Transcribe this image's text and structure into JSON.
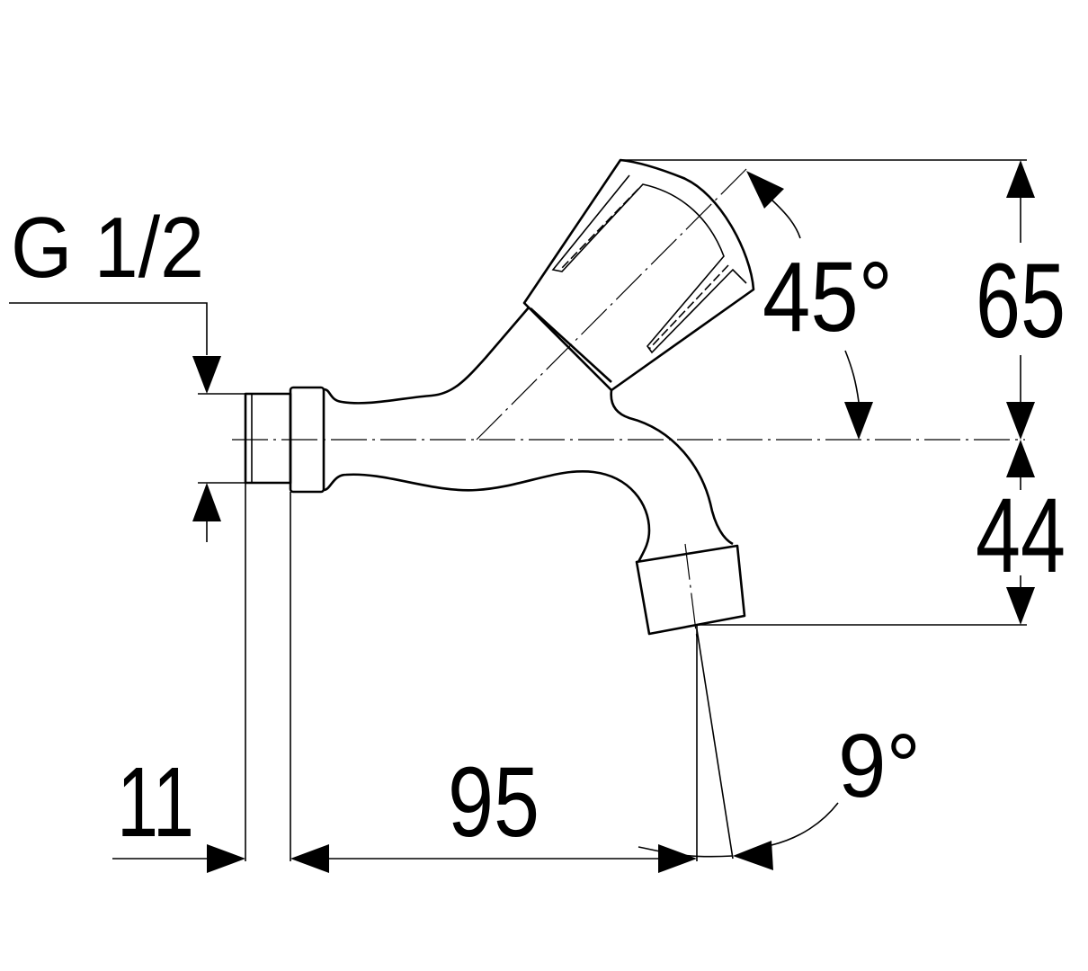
{
  "drawing": {
    "thread_label": "G 1/2",
    "dimensions": {
      "handle_height": "65",
      "spout_drop": "44",
      "handle_angle": "45°",
      "wall_offset": "11",
      "projection": "95",
      "spout_angle": "9°"
    }
  }
}
